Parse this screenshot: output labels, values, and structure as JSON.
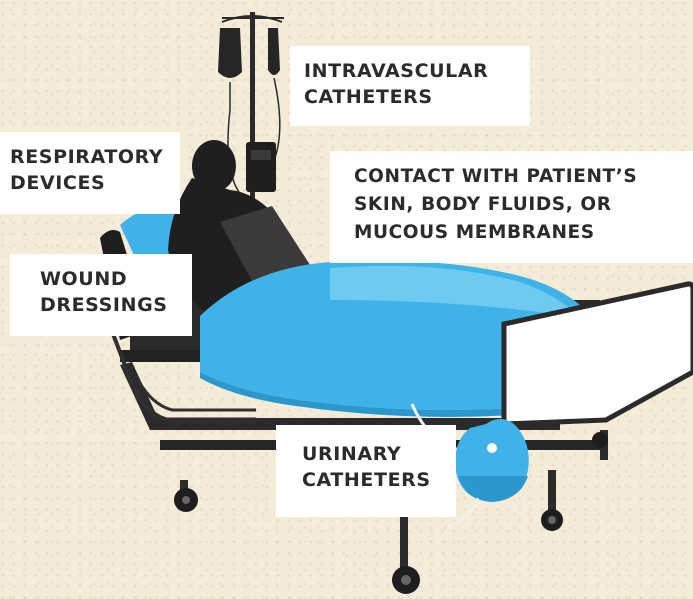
{
  "labels": {
    "intravascular": [
      "INTRAVASCULAR",
      "CATHETERS"
    ],
    "respiratory": [
      "RESPIRATORY",
      "DEVICES"
    ],
    "contact": [
      "CONTACT WITH PATIENT’S",
      "SKIN, BODY FLUIDS, OR",
      "MUCOUS MEMBRANES"
    ],
    "wound": [
      "WOUND",
      "DRESSINGS"
    ],
    "urinary": [
      "URINARY",
      "CATHETERS"
    ]
  },
  "colors": {
    "background": "#f4ecd8",
    "silhouette": "#1f1f1f",
    "sheet": "#3fb3e8",
    "sheet_light": "#6fcaf2",
    "label_bg": "#ffffff",
    "text": "#2b2b2b"
  }
}
